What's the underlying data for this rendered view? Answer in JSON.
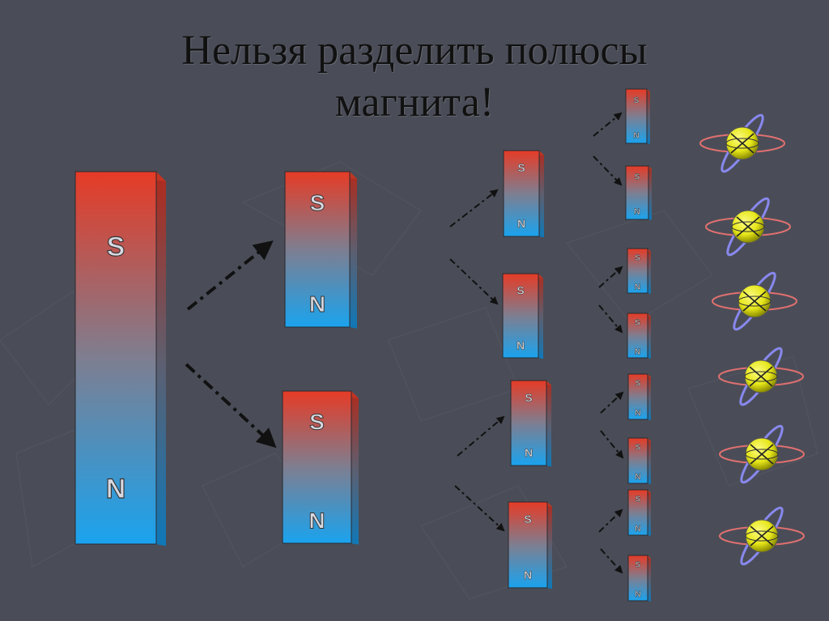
{
  "slide": {
    "title_line1": "Нельзя разделить полюсы",
    "title_line2": "магнита!"
  },
  "magnet": {
    "south_label": "S",
    "north_label": "N"
  },
  "colors": {
    "background": "#4a4d57",
    "south_red": "#e0402a",
    "north_blue": "#1ea0e8",
    "atom_yellow": "#e8e820",
    "orbit_red": "#e07070",
    "orbit_blue": "#8888ee"
  },
  "magnet_stages": [
    {
      "stage": 1,
      "count": 1
    },
    {
      "stage": 2,
      "count": 2
    },
    {
      "stage": 3,
      "count": 4
    },
    {
      "stage": 4,
      "count": 8
    }
  ],
  "atoms": {
    "count": 6,
    "icon": "atom-icon"
  }
}
